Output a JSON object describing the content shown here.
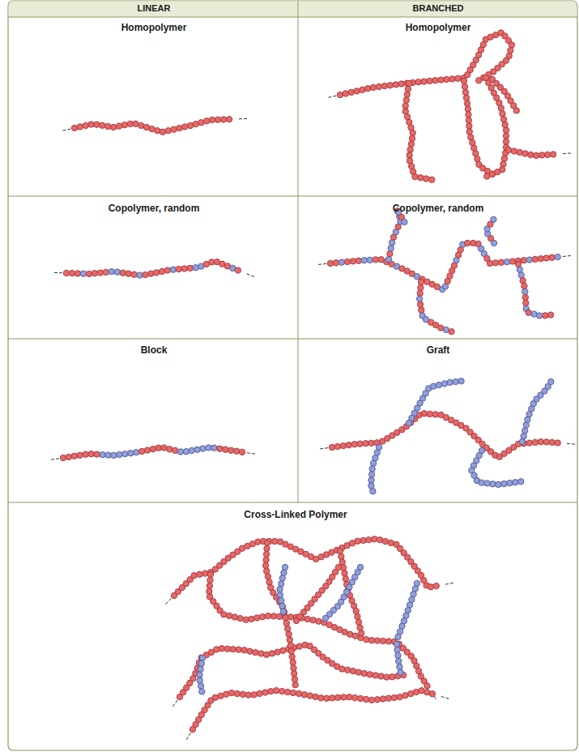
{
  "diagram": {
    "labels": [
      "LINEAR",
      "BRANCHED",
      "Homopolymer",
      "Homopolymer",
      "Copolymer, random",
      "Copolymer, random",
      "Block",
      "Graft",
      "Cross-Linked Polymer"
    ]
  }
}
